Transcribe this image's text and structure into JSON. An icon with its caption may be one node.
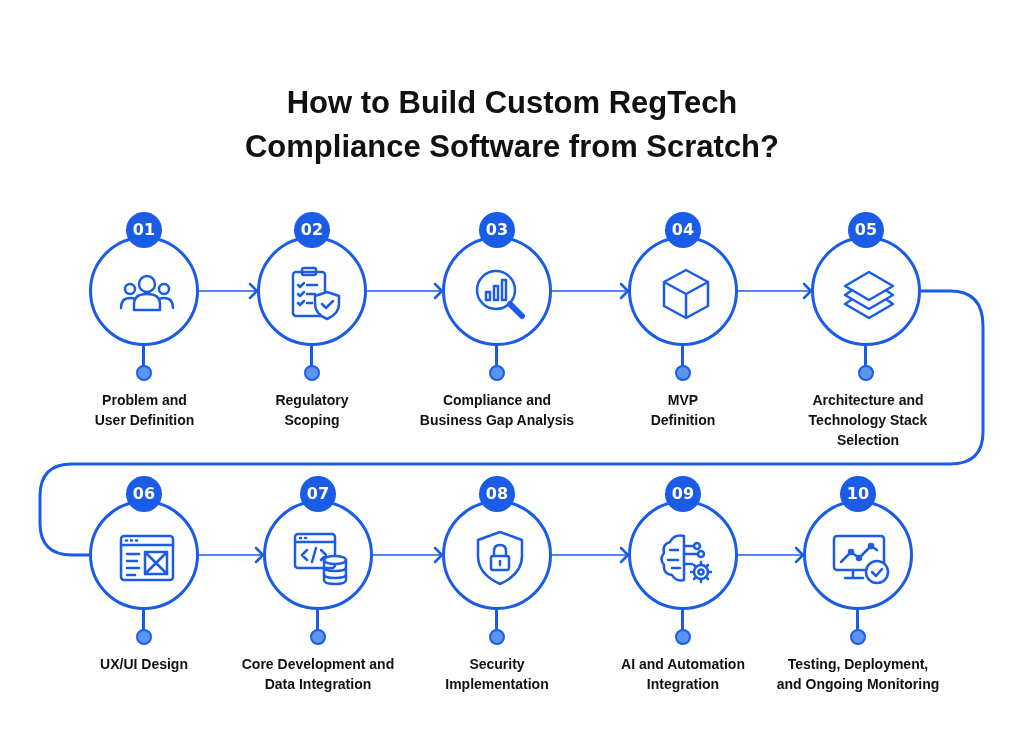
{
  "diagram": {
    "title": "How to Build Custom RegTech Compliance Software from Scratch?",
    "nodes": [
      {
        "text": [
          "01",
          "Problem and User Definition"
        ]
      },
      {
        "text": [
          "02",
          "Regulatory Scoping"
        ]
      },
      {
        "text": [
          "03",
          "Compliance and Business Gap Analysis"
        ]
      },
      {
        "text": [
          "04",
          "MVP Definition"
        ]
      },
      {
        "text": [
          "05",
          "Architecture and Technology Stack Selection"
        ]
      },
      {
        "text": [
          "06",
          "UX/UI Design"
        ]
      },
      {
        "text": [
          "07",
          "Core Development and Data Integration"
        ]
      },
      {
        "text": [
          "08",
          "Security Implementation"
        ]
      },
      {
        "text": [
          "09",
          "AI and Automation Integration"
        ]
      },
      {
        "text": [
          "10",
          "Testing, Deployment, and Ongoing Monitoring"
        ]
      }
    ],
    "edges": [
      {
        "from": 0,
        "to": 1,
        "arrow": "to"
      },
      {
        "from": 1,
        "to": 2,
        "arrow": "to"
      },
      {
        "from": 2,
        "to": 3,
        "arrow": "to"
      },
      {
        "from": 3,
        "to": 4,
        "arrow": "to"
      },
      {
        "from": 4,
        "to": 5,
        "arrow": "none"
      },
      {
        "from": 5,
        "to": 6,
        "arrow": "to"
      },
      {
        "from": 6,
        "to": 7,
        "arrow": "to"
      },
      {
        "from": 7,
        "to": 8,
        "arrow": "to"
      },
      {
        "from": 8,
        "to": 9,
        "arrow": "to"
      }
    ]
  }
}
